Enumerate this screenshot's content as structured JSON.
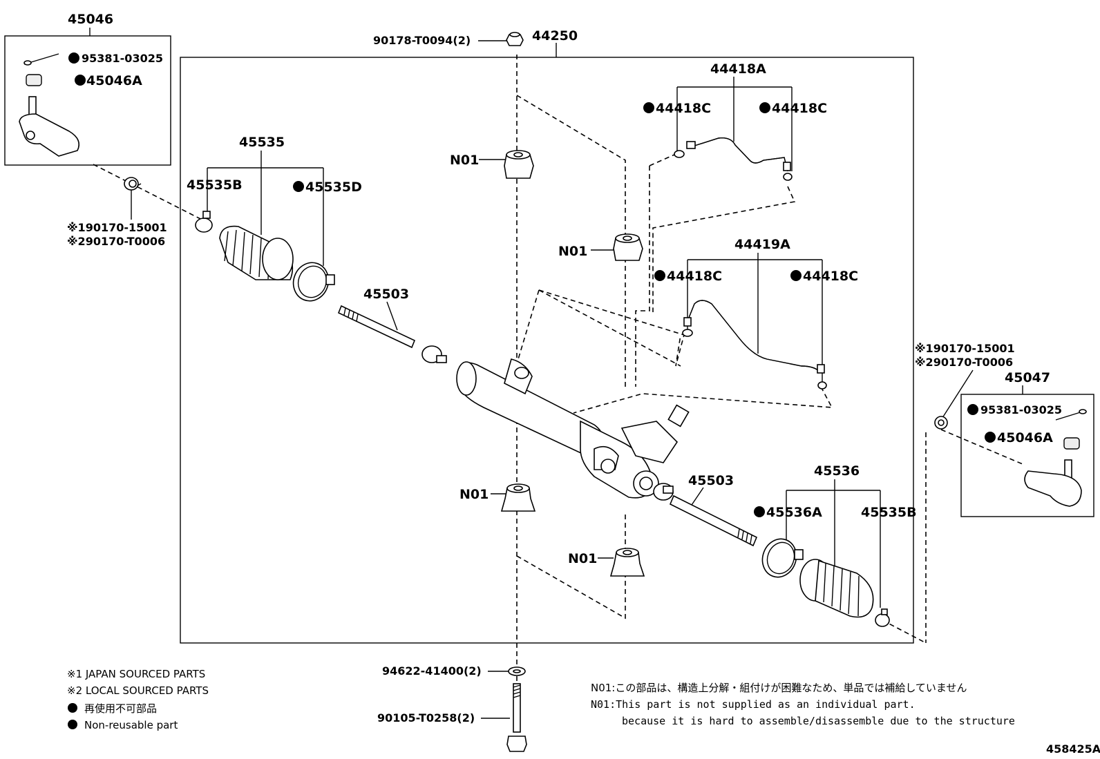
{
  "diagram_id": "458425A",
  "labels": {
    "tie_rod_end_left": "45046",
    "cotter_pin_left": "95381-03025",
    "nut_left": "45046A",
    "grease_cap_left_1": "※190170-15001",
    "grease_cap_left_2": "※290170-T0006",
    "bolt_top": "90178-T0094(2)",
    "gear_assembly": "44250",
    "pipe_upper": "44418A",
    "pipe_upper_oring_left": "44418C",
    "pipe_upper_oring_right": "44418C",
    "boot_left": "45535",
    "clamp_left": "45535B",
    "band_left": "45535D",
    "rack_end_left": "45503",
    "n01_1": "N01",
    "n01_2": "N01",
    "n01_3": "N01",
    "n01_4": "N01",
    "pipe_lower": "44419A",
    "pipe_lower_oring_left": "44418C",
    "pipe_lower_oring_right": "44418C",
    "rack_end_right": "45503",
    "boot_right": "45536",
    "band_right": "45536A",
    "clamp_right": "45535B",
    "grease_cap_right_1": "※190170-15001",
    "grease_cap_right_2": "※290170-T0006",
    "tie_rod_end_right": "45047",
    "cotter_pin_right": "95381-03025",
    "nut_right": "45046A",
    "washer_bottom": "94622-41400(2)",
    "bolt_bottom": "90105-T0258(2)"
  },
  "legend": {
    "line1": "※1 JAPAN SOURCED PARTS",
    "line2": "※2 LOCAL SOURCED PARTS",
    "line3": "再使用不可部品",
    "line4": "Non-reusable part"
  },
  "notes": {
    "jp": "N01:この部品は、構造上分解・組付けが困難なため、単品では補給していません",
    "en1": "N01:This part is not supplied as an individual part.",
    "en2": "because it is hard to assemble/disassemble due to the structure"
  }
}
